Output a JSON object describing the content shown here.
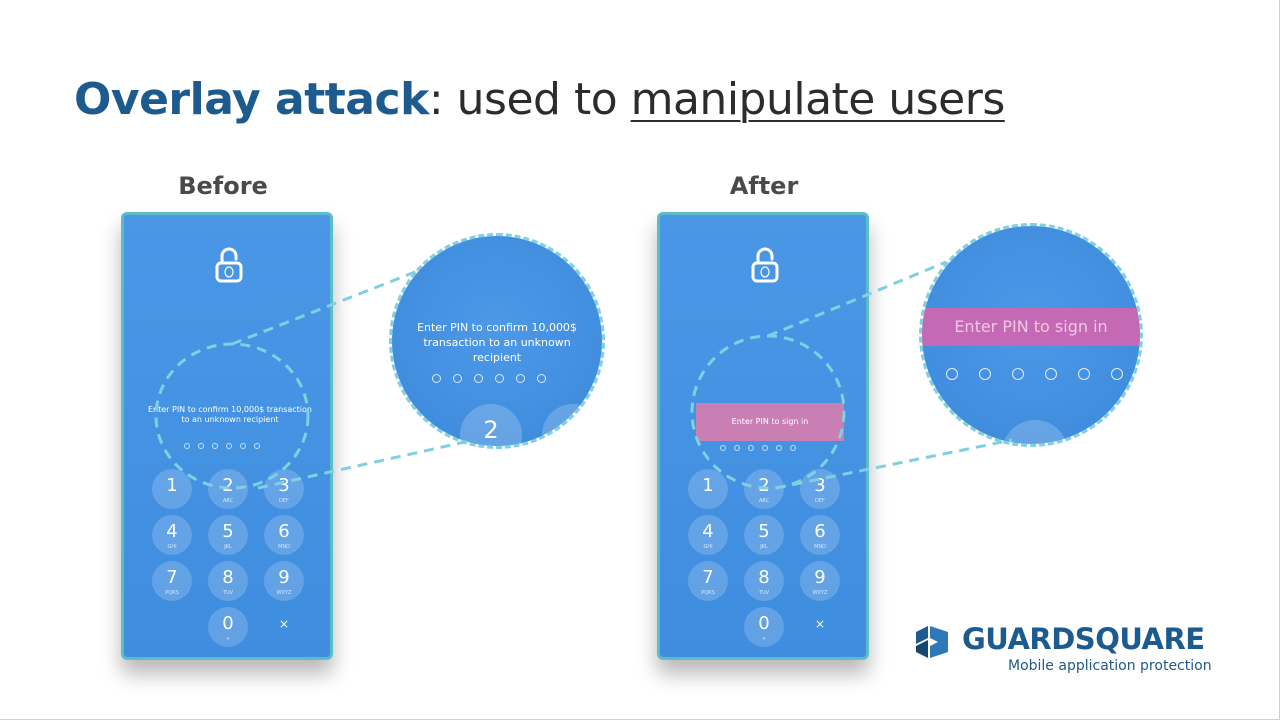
{
  "title": {
    "emphasis": "Overlay attack",
    "middle": ": used to ",
    "underlined": "manipulate users"
  },
  "before": {
    "caption": "Before",
    "prompt": "Enter PIN to confirm 10,000$ transaction to an unknown recipient",
    "zoom_prompt": "Enter PIN to confirm 10,000$ transaction to an unknown recipient",
    "zoom_key": "2"
  },
  "after": {
    "caption": "After",
    "overlay_text": "Enter PIN  to sign in",
    "zoom_overlay_text": "Enter PIN to sign in"
  },
  "keypad": [
    {
      "digit": "1",
      "letters": ""
    },
    {
      "digit": "2",
      "letters": "ABC"
    },
    {
      "digit": "3",
      "letters": "DEF"
    },
    {
      "digit": "4",
      "letters": "GHI"
    },
    {
      "digit": "5",
      "letters": "JKL"
    },
    {
      "digit": "6",
      "letters": "MNO"
    },
    {
      "digit": "7",
      "letters": "PQRS"
    },
    {
      "digit": "8",
      "letters": "TUV"
    },
    {
      "digit": "9",
      "letters": "WXYZ"
    },
    {
      "digit": "0",
      "letters": "+"
    }
  ],
  "delete_key": "×",
  "logo": {
    "brand": "GUARDSQUARE",
    "tagline": "Mobile application protection"
  },
  "colors": {
    "brand_blue": "#1d5a8e",
    "phone_blue": "#4a97e6",
    "overlay_pink": "#c97fb4",
    "dashed_cyan": "#7fd0e0"
  },
  "icons": [
    "lock-icon",
    "guardsquare-logo-icon"
  ]
}
